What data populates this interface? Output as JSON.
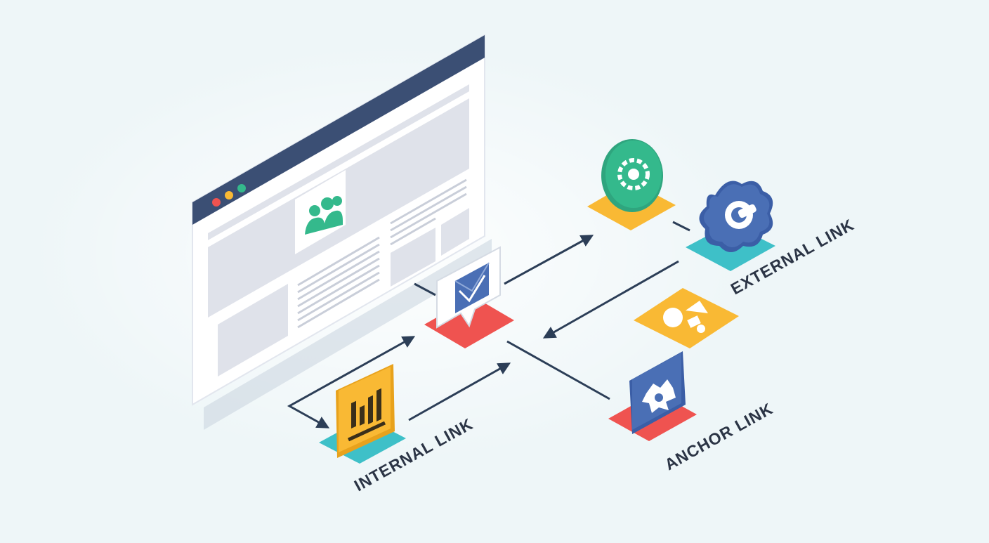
{
  "labels": {
    "internal": "INTERNAL LINK",
    "external": "EXTERNAL LINK",
    "anchor": "ANCHOR LINK"
  },
  "colors": {
    "background": "#eef6f8",
    "browser_bar": "#3b4f74",
    "browser_body": "#ffffff",
    "panel": "#dfe2ea",
    "accent_red": "#ef5350",
    "accent_yellow": "#f9b934",
    "accent_teal": "#3ec0c8",
    "accent_green": "#34b98c",
    "accent_blue": "#4a6fb5",
    "arrow": "#2c3e57",
    "label": "#2b3445"
  },
  "icons": {
    "browser_image": "user-group-icon",
    "center_node": "email-check-icon",
    "internal_node": "bar-chart-icon",
    "top_node": "gear-icon",
    "external_node": "globe-link-icon",
    "middle_node": "puzzle-shapes-icon",
    "anchor_node": "anchor-badge-icon"
  }
}
